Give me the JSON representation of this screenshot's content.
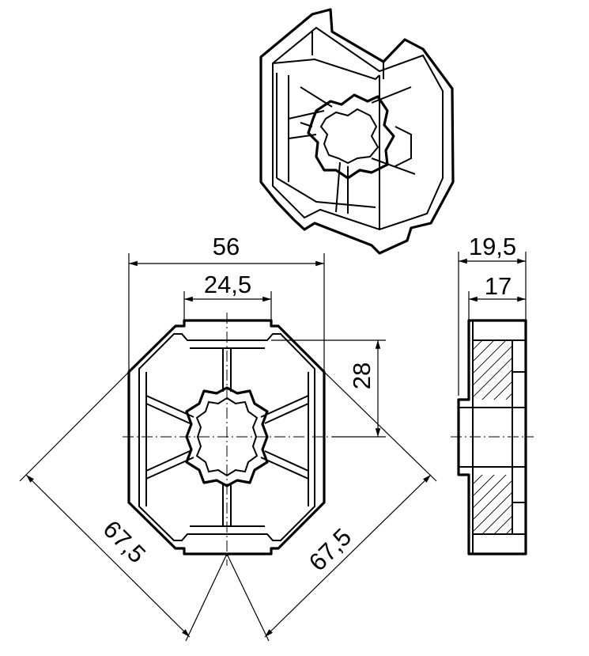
{
  "dimensions": {
    "width_overall": "56",
    "slot_width": "24,5",
    "half_height": "28",
    "diagonal_left": "67,5",
    "diagonal_right": "67,5",
    "side_width_overall": "19,5",
    "side_width_inner": "17"
  },
  "colors": {
    "line": "#000000",
    "background": "#ffffff"
  }
}
